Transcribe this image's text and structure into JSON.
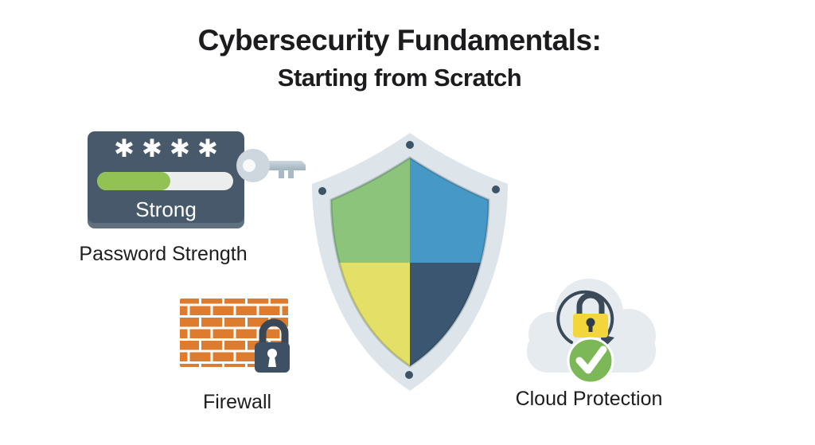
{
  "title": {
    "line1": "Cybersecurity Fundamentals:",
    "line2": "Starting from Scratch",
    "color": "#1c1c1e"
  },
  "password_card": {
    "masked_password": "✱✱✱✱",
    "strength_percent": 54,
    "strength_label": "Strong",
    "caption": "Password Strength",
    "card_color": "#47596b",
    "bar_track_color": "#eceeee",
    "bar_fill_color": "#93c254",
    "key_head_color": "#cdd7dd",
    "key_shaft_color": "#b2c1ca"
  },
  "shield": {
    "frame_color": "#dde5ea",
    "rivet_color": "#3d5366",
    "quadrants": {
      "top_left": "#8cc47c",
      "top_right": "#4698c6",
      "bottom_left": "#e3df67",
      "bottom_right": "#3a5671"
    }
  },
  "firewall": {
    "caption": "Firewall",
    "brick_color": "#dd7b2e",
    "mortar_color": "#ffffff",
    "lock_body_color": "#3e5064",
    "lock_shackle_color": "#3a4754",
    "keyhole_color": "#ffffff"
  },
  "cloud": {
    "caption": "Cloud Protection",
    "cloud_color": "#e6ebf0",
    "lock_body_color": "#f2d63c",
    "lock_shackle_color": "#3b4a58",
    "sync_arrow_color": "#3b4a58",
    "check_circle_color": "#7cb857",
    "check_color": "#ffffff"
  }
}
